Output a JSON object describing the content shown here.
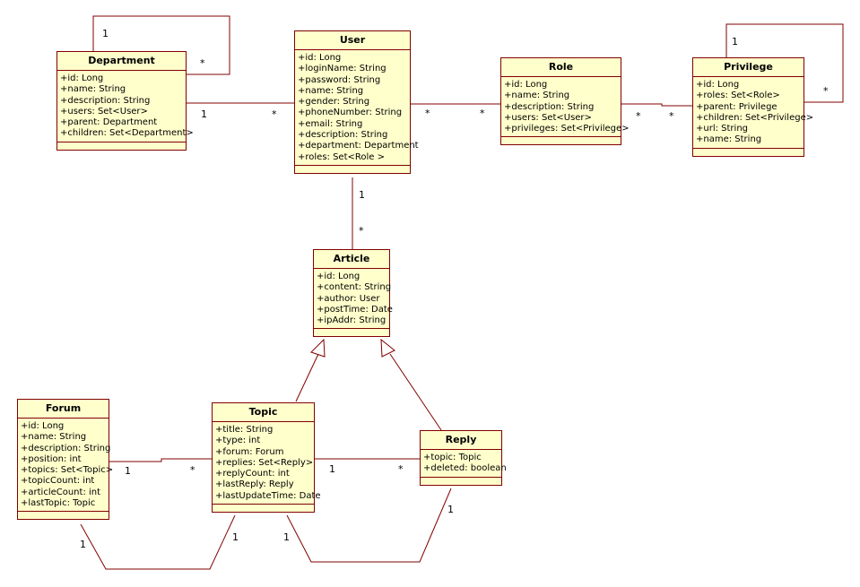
{
  "classes": {
    "department": {
      "name": "Department",
      "attributes": [
        "+id: Long",
        "+name: String",
        "+description: String",
        "+users: Set<User>",
        "+parent: Department",
        "+children: Set<Department>"
      ]
    },
    "user": {
      "name": "User",
      "attributes": [
        "+id: Long",
        "+loginName: String",
        "+password: String",
        "+name: String",
        "+gender: String",
        "+phoneNumber: String",
        "+email: String",
        "+description: String",
        "+department: Department",
        "+roles: Set<Role >"
      ]
    },
    "role": {
      "name": "Role",
      "attributes": [
        "+id: Long",
        "+name: String",
        "+description: String",
        "+users: Set<User>",
        "+privileges: Set<Privilege>"
      ]
    },
    "privilege": {
      "name": "Privilege",
      "attributes": [
        "+id: Long",
        "+roles: Set<Role>",
        "+parent: Privilege",
        "+children: Set<Privilege>",
        "+url: String",
        "+name: String"
      ]
    },
    "article": {
      "name": "Article",
      "attributes": [
        "+id: Long",
        "+content: String",
        "+author: User",
        "+postTime: Date",
        "+ipAddr: String"
      ]
    },
    "forum": {
      "name": "Forum",
      "attributes": [
        "+id: Long",
        "+name: String",
        "+description: String",
        "+position: int",
        "+topics: Set<Topic>",
        "+topicCount: int",
        "+articleCount: int",
        "+lastTopic: Topic"
      ]
    },
    "topic": {
      "name": "Topic",
      "attributes": [
        "+title: String",
        "+type: int",
        "+forum: Forum",
        "+replies: Set<Reply>",
        "+replyCount: int",
        "+lastReply: Reply",
        "+lastUpdateTime: Date"
      ]
    },
    "reply": {
      "name": "Reply",
      "attributes": [
        "+topic: Topic",
        "+deleted: boolean"
      ]
    }
  },
  "multiplicities": {
    "department_self_1": "1",
    "department_self_many": "*",
    "department_user_1": "1",
    "department_user_many": "*",
    "user_role_many_a": "*",
    "user_role_many_b": "*",
    "role_privilege_many_a": "*",
    "role_privilege_many_b": "*",
    "privilege_self_1": "1",
    "privilege_self_many": "*",
    "user_article_1": "1",
    "user_article_many": "*",
    "forum_topic_1": "1",
    "forum_topic_many": "*",
    "topic_reply_1": "1",
    "topic_reply_many": "*",
    "forum_lasttopic_1a": "1",
    "forum_lasttopic_1b": "1",
    "topic_lastreply_1a": "1",
    "topic_lastreply_1b": "1"
  },
  "colors": {
    "class_fill": "#ffffcc",
    "border": "#800000",
    "line": "#800000"
  }
}
